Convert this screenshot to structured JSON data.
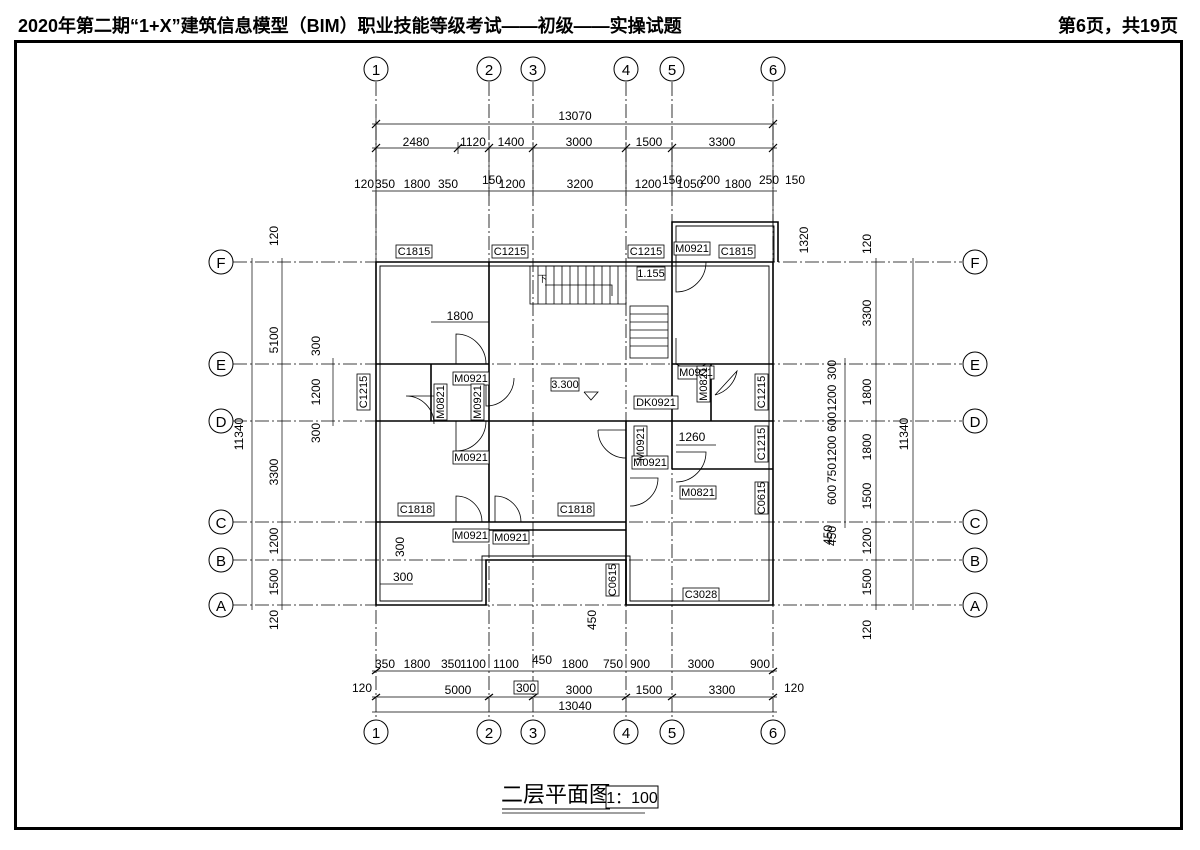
{
  "header": {
    "title": "2020年第二期“1+X”建筑信息模型（BIM）职业技能等级考试——初级——实操试题",
    "page": "第6页，共19页"
  },
  "drawing": {
    "title": "二层平面图",
    "scale": "1：100",
    "axes_vertical": [
      "1",
      "2",
      "3",
      "4",
      "5",
      "6"
    ],
    "axes_horizontal": [
      "F",
      "E",
      "D",
      "C",
      "B",
      "A"
    ],
    "elevation": "3.300",
    "stair_up": "下",
    "landing": "1.155",
    "top_dims": {
      "total": "13070",
      "row2": [
        "2480",
        "1120",
        "1400",
        "3000",
        "1500",
        "3300"
      ],
      "row3": [
        "120",
        "350",
        "1800",
        "350",
        "150",
        "1200",
        "3200",
        "1200",
        "150",
        "1050",
        "200",
        "1800",
        "250",
        "150"
      ],
      "balcony": "1320"
    },
    "bottom_dims": {
      "row1": [
        "350",
        "1800",
        "350",
        "1100",
        "1100",
        "450",
        "1800",
        "750",
        "900",
        "3000",
        "900"
      ],
      "row2": [
        "120",
        "5000",
        "300",
        "3000",
        "1500",
        "3300",
        "120"
      ],
      "total": "13040"
    },
    "left_dims": {
      "total": "11340",
      "outer": [
        "120",
        "5100",
        "3300",
        "1200",
        "1500",
        "120"
      ],
      "inner": [
        "300",
        "1200",
        "300"
      ]
    },
    "right_dims": {
      "total": "11340",
      "outer": [
        "120",
        "3300",
        "1800",
        "1800",
        "1500",
        "1200",
        "1500",
        "120"
      ],
      "inner": [
        "300",
        "1200",
        "600",
        "1200",
        "750",
        "600",
        "450"
      ]
    },
    "labels": {
      "c1815a": "C1815",
      "c1215a": "C1215",
      "c1215b": "C1215",
      "m0921a": "M0921",
      "c1815b": "C1815",
      "m0921b": "M0921",
      "m0821a": "M0821",
      "m0921c": "M0921",
      "c1215left": "C1215",
      "m0921d": "M0921",
      "dk0921": "DK0921",
      "m0921e": "M0921",
      "m0821b": "M0821",
      "c1215r1": "C1215",
      "m0921f": "M0921",
      "m0921g": "M0921",
      "c1215r2": "C1215",
      "m0821c": "M0821",
      "c0615a": "C0615",
      "c1818a": "C1818",
      "c1818b": "C1818",
      "m0921h": "M0921",
      "m0921i": "M0921",
      "c0615b": "C0615",
      "c3028": "C3028",
      "d1800": "1800",
      "d1260": "1260",
      "d300a": "300",
      "d300b": "300",
      "d450": "450",
      "d450r": "450"
    }
  }
}
